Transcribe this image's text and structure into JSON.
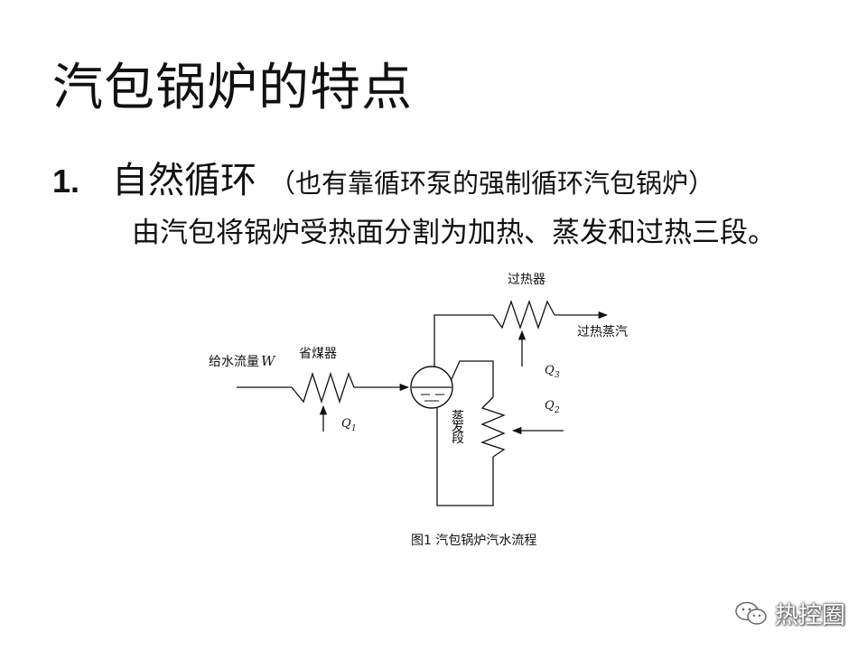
{
  "slide": {
    "title": "汽包锅炉的特点",
    "point_number": "1.",
    "point_heading": "自然循环",
    "point_note": "（也有靠循环泵的强制循环汽包锅炉）",
    "sub_line": "由汽包将锅炉受热面分割为加热、蒸发和过热三段。"
  },
  "diagram": {
    "feedwater_label": "给水流量",
    "feedwater_symbol": "W",
    "economizer_label": "省煤器",
    "superheater_label": "过热器",
    "superheated_steam_label": "过热蒸汽",
    "evaporation_label_line1": "蒸",
    "evaporation_label_line2": "发",
    "evaporation_label_line3": "段",
    "q1_label": "Q",
    "q1_sub": "1",
    "q2_label": "Q",
    "q2_sub": "2",
    "q3_label": "Q",
    "q3_sub": "3",
    "caption": "图1  汽包锅炉汽水流程"
  },
  "watermark": {
    "text": "热控圈",
    "icon": "wechat-icon"
  }
}
